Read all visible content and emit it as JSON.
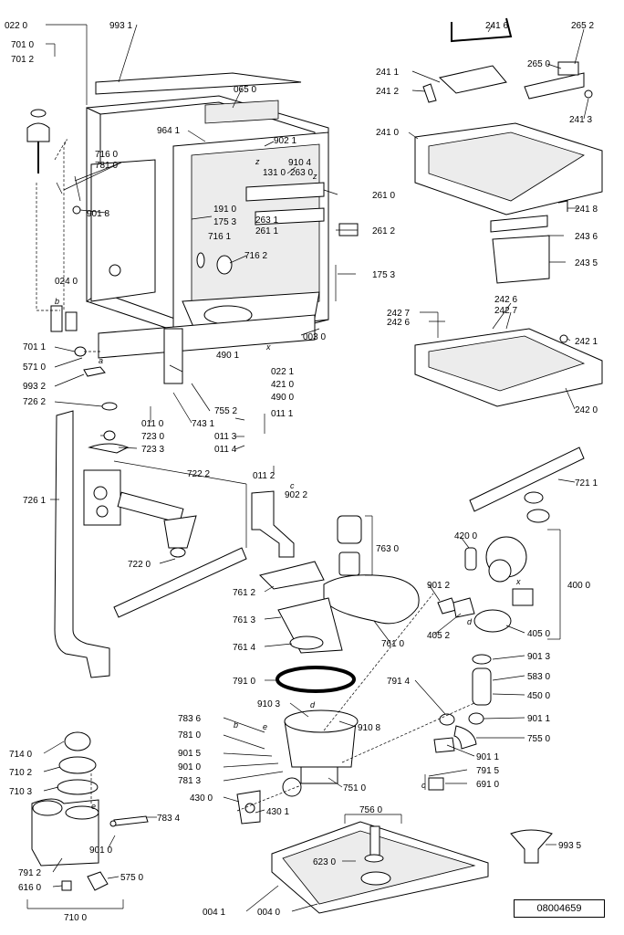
{
  "drawing_code": "08004659",
  "labels": {
    "l0220": "022 0",
    "l9931": "993 1",
    "l7010": "701 0",
    "l7012": "701 2",
    "l0650": "065 0",
    "l9641": "964 1",
    "l9021": "902 1",
    "l9104": "910 4",
    "l7160": "716 0",
    "l7810": "781 0",
    "l1310": "131 0",
    "l2630": "263 0",
    "l9018": "901 8",
    "l1910": "191 0",
    "l1753a": "175 3",
    "l2610": "261 0",
    "l2631": "263 1",
    "l2611": "261 1",
    "l2612": "261 2",
    "l7161": "716 1",
    "l7162": "716 2",
    "l0240": "024 0",
    "l1753b": "175 3",
    "l0030": "003 0",
    "l7011": "701 1",
    "l5710": "571 0",
    "l9932": "993 2",
    "l7262": "726 2",
    "l4901": "490 1",
    "l0221": "022 1",
    "l4210": "421 0",
    "l4900": "490 0",
    "l7552": "755 2",
    "l0110": "011 0",
    "l7431": "743 1",
    "l0111": "011 1",
    "l7230": "723 0",
    "l0113": "011 3",
    "l0114": "011 4",
    "l7233": "723 3",
    "l7222": "722 2",
    "l0112": "011 2",
    "l9022": "902 2",
    "l7261": "726 1",
    "l7220": "722 0",
    "l7612": "761 2",
    "l7630": "763 0",
    "l7613": "761 3",
    "l7614": "761 4",
    "l7610": "761 0",
    "l7910": "791 0",
    "l9103": "910 3",
    "l7836": "783 6",
    "l7810b": "781 0",
    "l9015": "901 5",
    "l9010b": "901 0",
    "l7813": "781 3",
    "l9108": "910 8",
    "l7140": "714 0",
    "l7102": "710 2",
    "l7103": "710 3",
    "l4300": "430 0",
    "l4301": "430 1",
    "l7834": "783 4",
    "l9010": "901 0",
    "l7912": "791 2",
    "l5750": "575 0",
    "l6160": "616 0",
    "l7100": "710 0",
    "l7510": "751 0",
    "l7560": "756 0",
    "l6230": "623 0",
    "l0041": "004 1",
    "l0040": "004 0",
    "l9935": "993 5",
    "l2416": "241 6",
    "l2652": "265 2",
    "l2650": "265 0",
    "l2411": "241 1",
    "l2412": "241 2",
    "l2413": "241 3",
    "l2410": "241 0",
    "l2418": "241 8",
    "l2436": "243 6",
    "l2435": "243 5",
    "l2427a": "242 7",
    "l2426a": "242 6",
    "l2426b": "242 6",
    "l2427b": "242 7",
    "l2421": "242 1",
    "l2420": "242 0",
    "l7211": "721 1",
    "l4200": "420 0",
    "l4000": "400 0",
    "l9012": "901 2",
    "l4052": "405 2",
    "l4050": "405 0",
    "l9013": "901 3",
    "l5830": "583 0",
    "l4500": "450 0",
    "l7914": "791 4",
    "l9011": "901 1",
    "l7550": "755 0",
    "l9011b": "901 1",
    "l7915": "791 5",
    "l6910": "691 0"
  },
  "letters": {
    "z1": "z",
    "z2": "z",
    "b": "b",
    "a": "a",
    "c": "c",
    "d1": "d",
    "x1": "x",
    "x2": "x",
    "d2": "d",
    "b2": "b",
    "e1": "e",
    "e2": "e",
    "c2": "c"
  }
}
